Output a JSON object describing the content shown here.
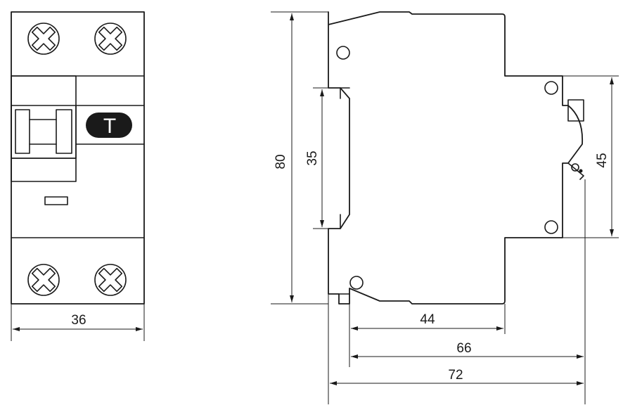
{
  "front_view": {
    "button_label": "T",
    "width_dim": "36"
  },
  "side_view": {
    "height_dim": "80",
    "rail_dim": "35",
    "front_face_dim": "45",
    "depth_44": "44",
    "depth_66": "66",
    "depth_72": "72"
  },
  "colors": {
    "line": "#1a1a1a",
    "button_fill": "#1a1a1a",
    "background": "#ffffff"
  }
}
